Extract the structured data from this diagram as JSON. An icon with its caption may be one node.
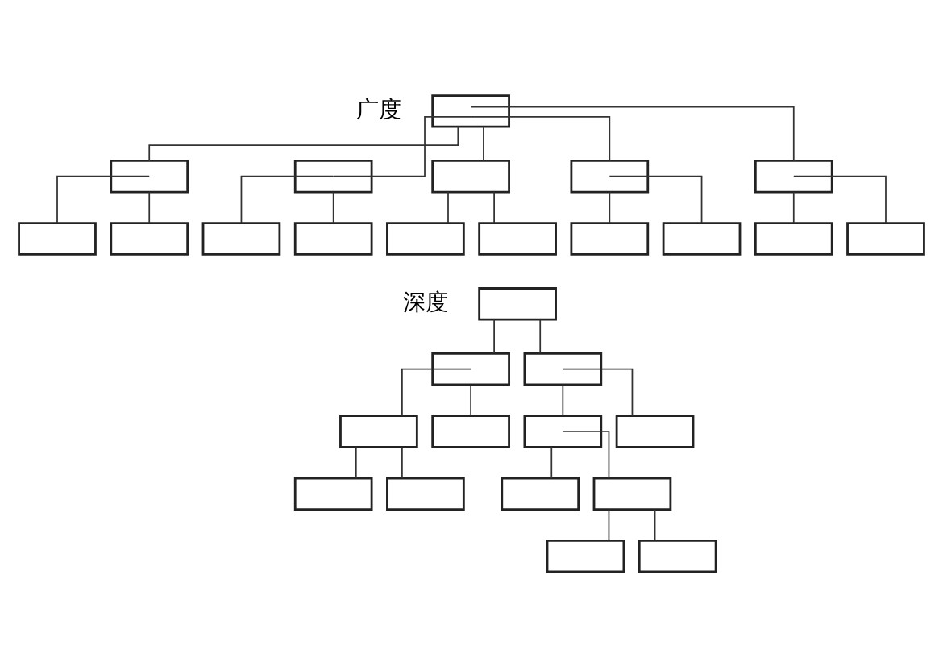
{
  "diagram": {
    "nodes": [
      {
        "text": [],
        "shape": "box"
      },
      {
        "text": [],
        "shape": "box"
      },
      {
        "text": [],
        "shape": "box"
      },
      {
        "text": [],
        "shape": "box"
      },
      {
        "text": [],
        "shape": "box"
      },
      {
        "text": [],
        "shape": "box"
      },
      {
        "text": [],
        "shape": "box"
      },
      {
        "text": [],
        "shape": "box"
      },
      {
        "text": [],
        "shape": "box"
      },
      {
        "text": [],
        "shape": "box"
      },
      {
        "text": [],
        "shape": "box"
      },
      {
        "text": [],
        "shape": "box"
      },
      {
        "text": [],
        "shape": "box"
      },
      {
        "text": [],
        "shape": "box"
      },
      {
        "text": [],
        "shape": "box"
      },
      {
        "text": [],
        "shape": "box"
      },
      {
        "text": [],
        "shape": "box"
      },
      {
        "text": [],
        "shape": "box"
      },
      {
        "text": [],
        "shape": "box"
      },
      {
        "text": [],
        "shape": "box"
      },
      {
        "text": [],
        "shape": "box"
      },
      {
        "text": [],
        "shape": "box"
      },
      {
        "text": [],
        "shape": "box"
      },
      {
        "text": [],
        "shape": "box"
      },
      {
        "text": [],
        "shape": "box"
      },
      {
        "text": [],
        "shape": "box"
      },
      {
        "text": [],
        "shape": "box"
      },
      {
        "text": [],
        "shape": "box"
      },
      {
        "text": [],
        "shape": "box"
      }
    ],
    "edges": [
      {
        "from": 0,
        "to": 1,
        "arrow": "none"
      },
      {
        "from": 0,
        "to": 2,
        "arrow": "none"
      },
      {
        "from": 0,
        "to": 3,
        "arrow": "none"
      },
      {
        "from": 0,
        "to": 4,
        "arrow": "none"
      },
      {
        "from": 0,
        "to": 5,
        "arrow": "none"
      },
      {
        "from": 1,
        "to": 6,
        "arrow": "none"
      },
      {
        "from": 1,
        "to": 7,
        "arrow": "none"
      },
      {
        "from": 2,
        "to": 8,
        "arrow": "none"
      },
      {
        "from": 2,
        "to": 9,
        "arrow": "none"
      },
      {
        "from": 3,
        "to": 10,
        "arrow": "none"
      },
      {
        "from": 3,
        "to": 11,
        "arrow": "none"
      },
      {
        "from": 4,
        "to": 12,
        "arrow": "none"
      },
      {
        "from": 4,
        "to": 13,
        "arrow": "none"
      },
      {
        "from": 5,
        "to": 14,
        "arrow": "none"
      },
      {
        "from": 5,
        "to": 15,
        "arrow": "none"
      },
      {
        "from": 16,
        "to": 17,
        "arrow": "none"
      },
      {
        "from": 16,
        "to": 18,
        "arrow": "none"
      },
      {
        "from": 17,
        "to": 19,
        "arrow": "none"
      },
      {
        "from": 17,
        "to": 20,
        "arrow": "none"
      },
      {
        "from": 18,
        "to": 21,
        "arrow": "none"
      },
      {
        "from": 18,
        "to": 22,
        "arrow": "none"
      },
      {
        "from": 19,
        "to": 23,
        "arrow": "none"
      },
      {
        "from": 19,
        "to": 24,
        "arrow": "none"
      },
      {
        "from": 21,
        "to": 25,
        "arrow": "none"
      },
      {
        "from": 21,
        "to": 26,
        "arrow": "none"
      },
      {
        "from": 26,
        "to": 27,
        "arrow": "none"
      },
      {
        "from": 26,
        "to": 28,
        "arrow": "none"
      }
    ],
    "labels": [
      "广度",
      "深度"
    ]
  }
}
